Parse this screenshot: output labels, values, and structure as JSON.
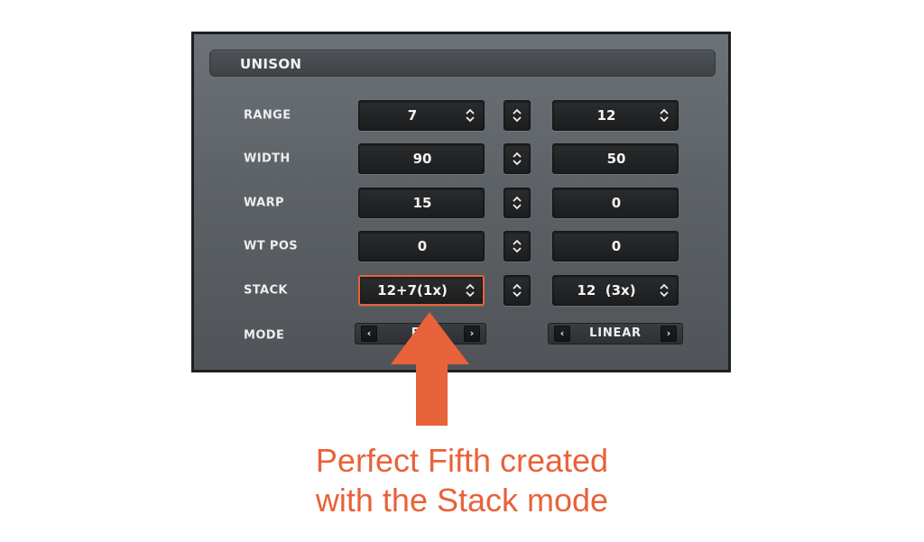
{
  "section": {
    "title": "UNISON"
  },
  "rows": [
    {
      "label": "RANGE",
      "left": "7",
      "right": "12"
    },
    {
      "label": "WIDTH",
      "left": "90",
      "right": "50"
    },
    {
      "label": "WARP",
      "left": "15",
      "right": "0"
    },
    {
      "label": "WT POS",
      "left": "0",
      "right": "0"
    },
    {
      "label": "STACK",
      "left": "12+7(1x)",
      "right": "12  (3x)"
    }
  ],
  "mode": {
    "label": "MODE",
    "left_value": "EX",
    "right_value": "LINEAR"
  },
  "icons": {
    "spinner": "up-down-spinner-icon",
    "prev": "chevron-left-icon",
    "next": "chevron-right-icon",
    "pointer": "up-arrow-icon"
  },
  "colors": {
    "accent": "#e8623a",
    "panel": "#5d6267",
    "field": "#1f2022"
  },
  "caption": {
    "line1": "Perfect Fifth created",
    "line2": "with the Stack mode"
  }
}
